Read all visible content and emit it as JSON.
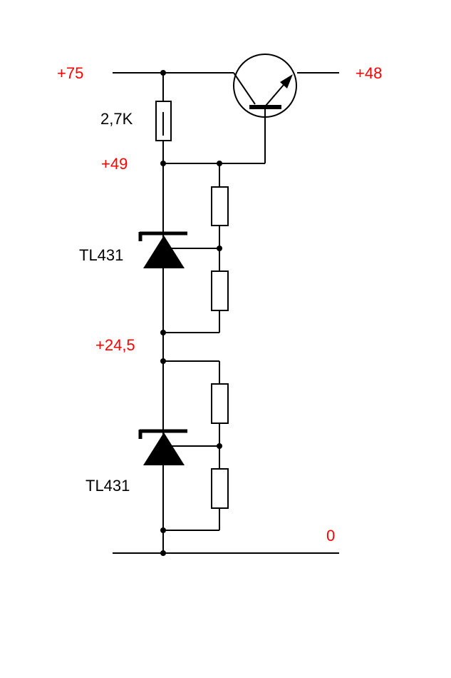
{
  "labels": {
    "v_in": "+75",
    "v_out": "+48",
    "v_mid": "+49",
    "v_half": "+24,5",
    "v_gnd": "0",
    "r_top": "2,7K",
    "reg_1": "TL431",
    "reg_2": "TL431"
  },
  "colors": {
    "voltage": "#ff0000",
    "text": "#000000",
    "wire": "#000000"
  }
}
